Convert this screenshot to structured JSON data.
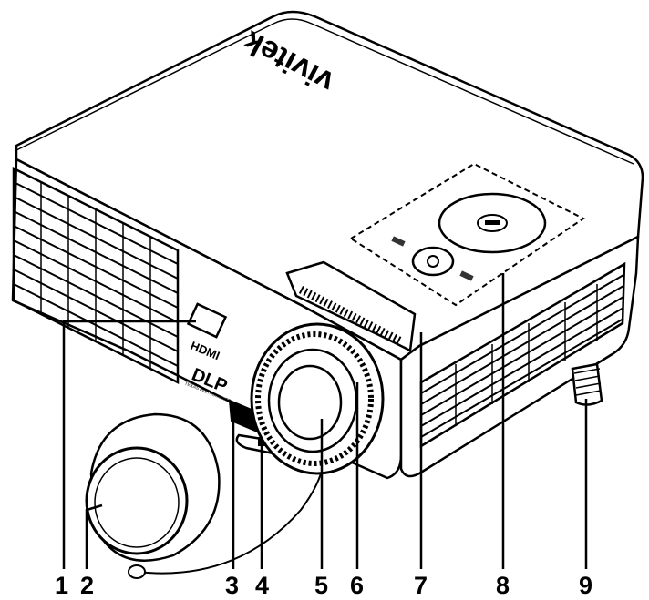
{
  "brand": {
    "logo": "vivitek"
  },
  "front_badges": {
    "hdmi": "HDMI",
    "dlp": "DLP",
    "dlp_sub": "TEXAS INSTRUMENTS"
  },
  "callouts": [
    {
      "number": "1"
    },
    {
      "number": "2"
    },
    {
      "number": "3"
    },
    {
      "number": "4"
    },
    {
      "number": "5"
    },
    {
      "number": "6"
    },
    {
      "number": "7"
    },
    {
      "number": "8"
    },
    {
      "number": "9"
    }
  ],
  "colors": {
    "line": "#000000",
    "body": "#ffffff",
    "vent": "#333333"
  }
}
